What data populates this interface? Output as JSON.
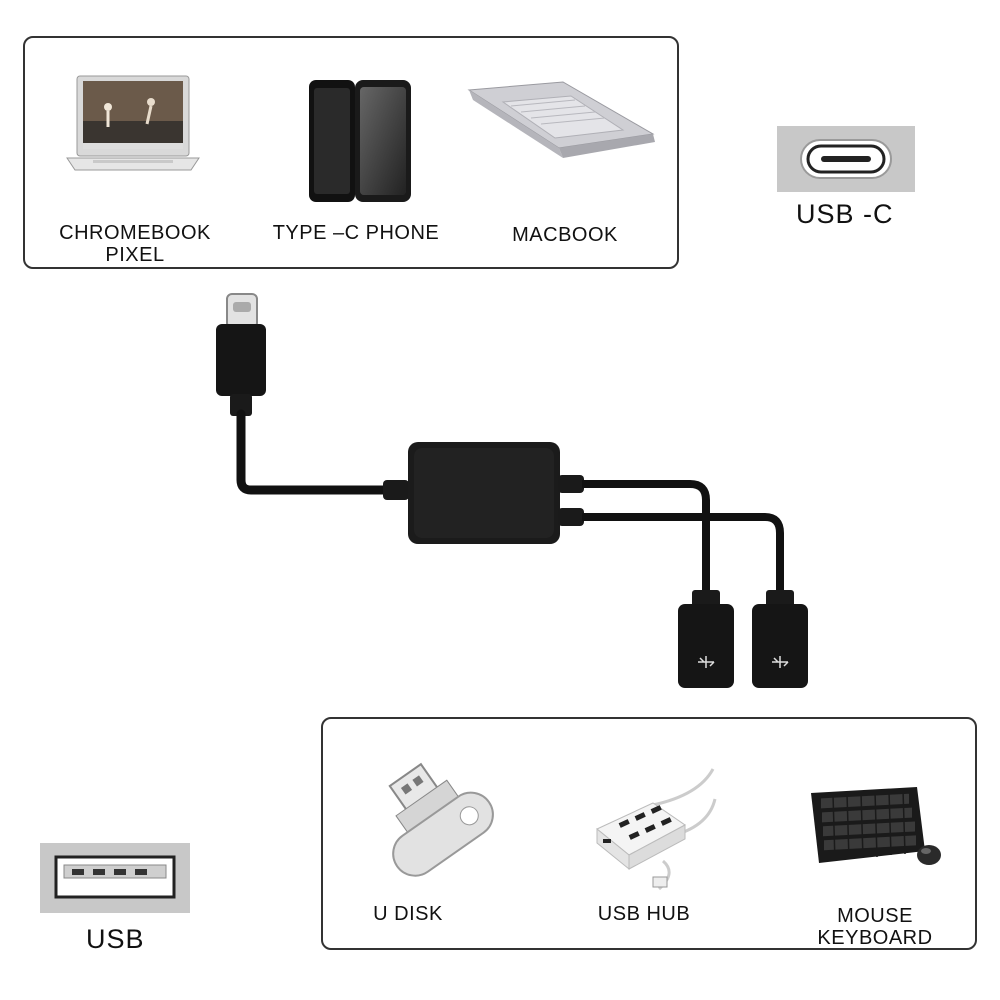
{
  "source_devices": [
    {
      "id": "chromebook",
      "lines": [
        "CHROMEBOOK",
        "PIXEL"
      ],
      "icon": "laptop-icon"
    },
    {
      "id": "phone",
      "lines": [
        "TYPE –C PHONE"
      ],
      "icon": "phone-icon"
    },
    {
      "id": "macbook",
      "lines": [
        "MACBOOK"
      ],
      "icon": "macbook-icon"
    }
  ],
  "connectors": {
    "usb_c_label": "USB -C",
    "usb_label": "USB"
  },
  "peripherals": [
    {
      "id": "udisk",
      "lines": [
        "U DISK"
      ],
      "icon": "usb-flash-drive-icon"
    },
    {
      "id": "usbhub",
      "lines": [
        "USB HUB"
      ],
      "icon": "usb-hub-icon"
    },
    {
      "id": "mouse-keyboard",
      "lines": [
        "MOUSE",
        "KEYBOARD"
      ],
      "icon": "keyboard-mouse-icon"
    }
  ],
  "colors": {
    "border": "#333333",
    "cable": "#111111",
    "port_silver": "#c8c8c8"
  }
}
